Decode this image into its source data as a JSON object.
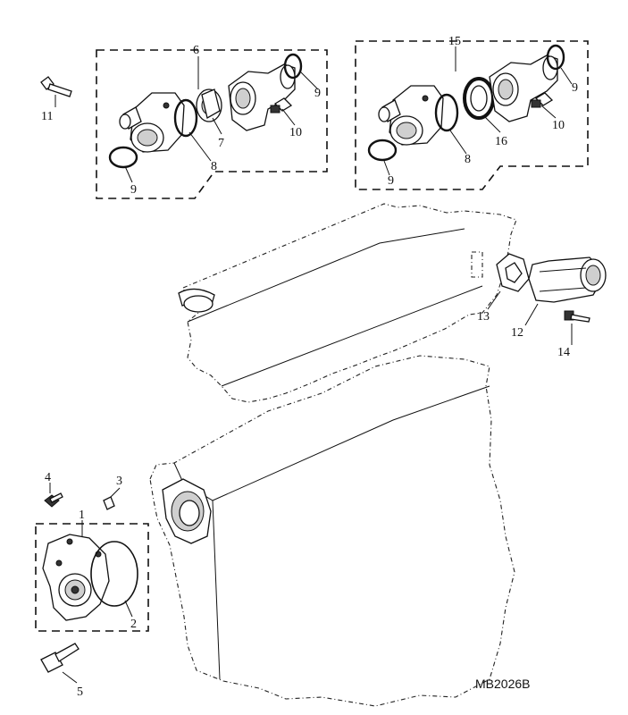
{
  "diagram_code": "MB2026B",
  "callouts": {
    "c1": "1",
    "c2": "2",
    "c3": "3",
    "c4": "4",
    "c5": "5",
    "c6": "6",
    "c7": "7",
    "c8a": "8",
    "c8b": "8",
    "c9a": "9",
    "c9b": "9",
    "c9c": "9",
    "c9d": "9",
    "c10a": "10",
    "c10b": "10",
    "c11": "11",
    "c12": "12",
    "c13": "13",
    "c14": "14",
    "c15": "15",
    "c16": "16"
  }
}
